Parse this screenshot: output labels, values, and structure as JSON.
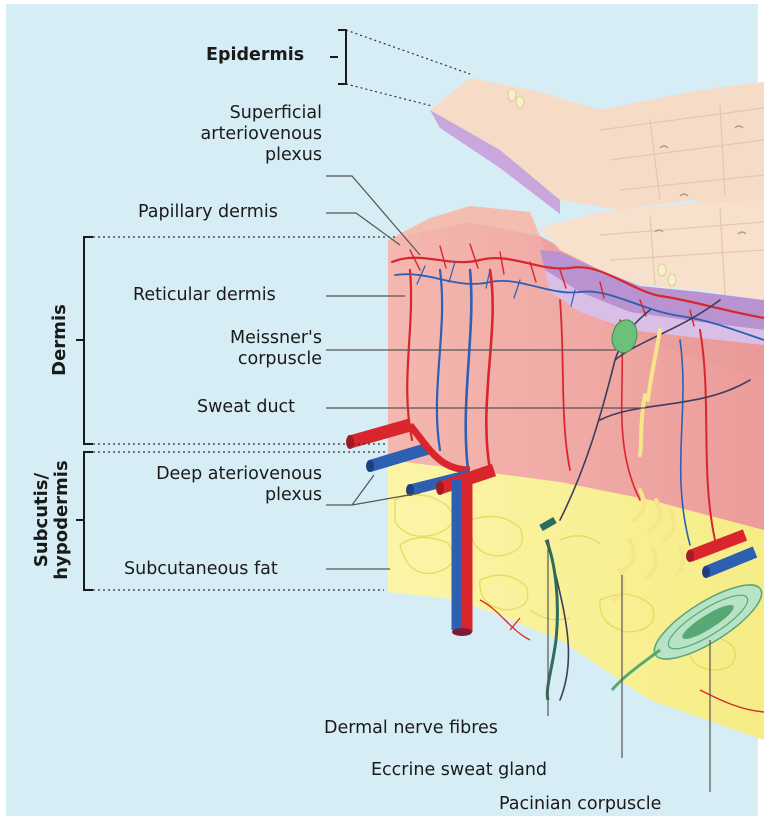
{
  "labels": {
    "epidermis": "Epidermis",
    "superficial_plexus": [
      "Superficial",
      "arteriovenous",
      "plexus"
    ],
    "papillary_dermis": "Papillary dermis",
    "reticular_dermis": "Reticular dermis",
    "meissner": [
      "Meissner's",
      "corpuscle"
    ],
    "sweat_duct": "Sweat duct",
    "deep_plexus": [
      "Deep ateriovenous",
      "plexus"
    ],
    "subcutaneous_fat": "Subcutaneous fat",
    "dermal_nerve_fibres": "Dermal nerve fibres",
    "eccrine_sweat_gland": "Eccrine sweat gland",
    "pacinian_corpuscle": "Pacinian corpuscle"
  },
  "regions": {
    "dermis": "Dermis",
    "subcutis": [
      "Subcutis/",
      "hypodermis"
    ]
  },
  "colors": {
    "background": "#d6edf5",
    "epidermis_top": "#f6dcc6",
    "epidermis_purple": "#c9a7dc",
    "dermis": "#f2a8a4",
    "fat": "#f9f199",
    "artery": "#d9262c",
    "vein": "#2d5fb3",
    "nerve": "#3d3d5c",
    "meissner": "#6cc17a",
    "pacinian": "#8fd1a8",
    "gland": "#f6e58a"
  }
}
